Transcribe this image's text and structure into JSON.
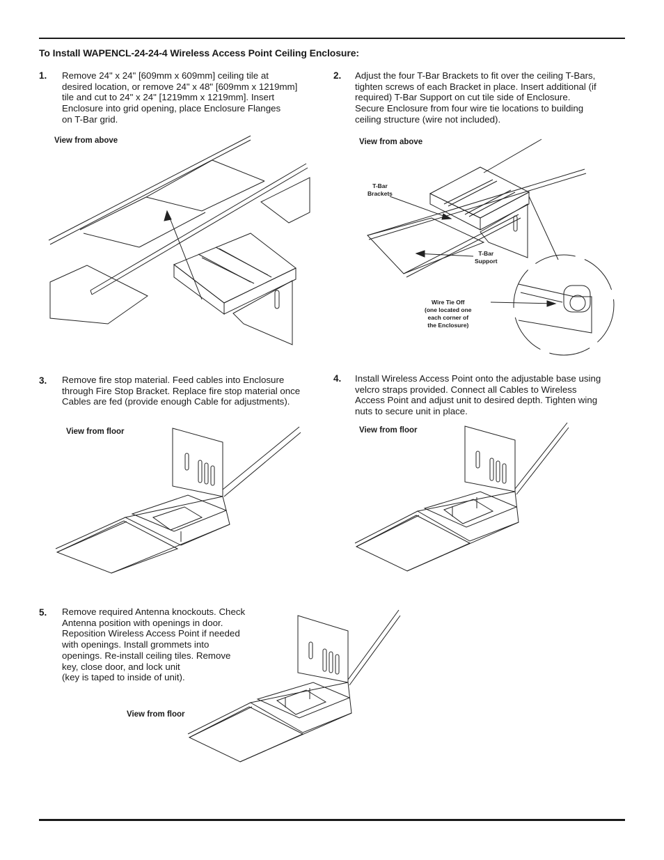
{
  "heading": "To Install WAPENCL-24-24-4 Wireless Access Point Ceiling Enclosure:",
  "steps": [
    {
      "number": "1.",
      "text": "Remove 24\" x 24\" [609mm x 609mm] ceiling tile at\ndesired location, or remove 24\" x 48\" [609mm x 1219mm]\ntile and cut to 24\" x 24\" [1219mm x 1219mm]. Insert\nEnclosure into grid opening, place Enclosure Flanges\non T-Bar grid.",
      "view": "View from above"
    },
    {
      "number": "2.",
      "text": "Adjust the four T-Bar Brackets to fit over the ceiling T-Bars,\ntighten screws of each Bracket in place. Insert additional (if\nrequired) T-Bar Support on cut tile side of Enclosure.\nSecure Enclosure from four wire tie locations to building\nceiling structure (wire not included).",
      "view": "View from above",
      "callouts": {
        "tbar_brackets": "T-Bar\nBrackets",
        "tbar_support": "T-Bar\nSupport",
        "wire_tie": "Wire Tie Off\n(one located one\neach corner of\nthe Enclosure)"
      }
    },
    {
      "number": "3.",
      "text": "Remove fire stop material. Feed cables into Enclosure\nthrough Fire Stop Bracket. Replace fire stop material once\nCables are fed (provide enough Cable for adjustments).",
      "view": "View from floor"
    },
    {
      "number": "4.",
      "text": "Install Wireless Access Point onto the adjustable base using\nvelcro straps provided. Connect all Cables to Wireless\nAccess Point and adjust unit to desired depth. Tighten wing\nnuts to secure unit in place.",
      "view": "View from floor"
    },
    {
      "number": "5.",
      "text": "Remove required Antenna knockouts. Check\nAntenna position with openings in door.\nReposition Wireless Access Point if needed\nwith openings. Install grommets into\nopenings. Re-install ceiling tiles. Remove\nkey, close door, and lock unit\n(key is taped to inside of unit).",
      "view": "View from floor"
    }
  ]
}
